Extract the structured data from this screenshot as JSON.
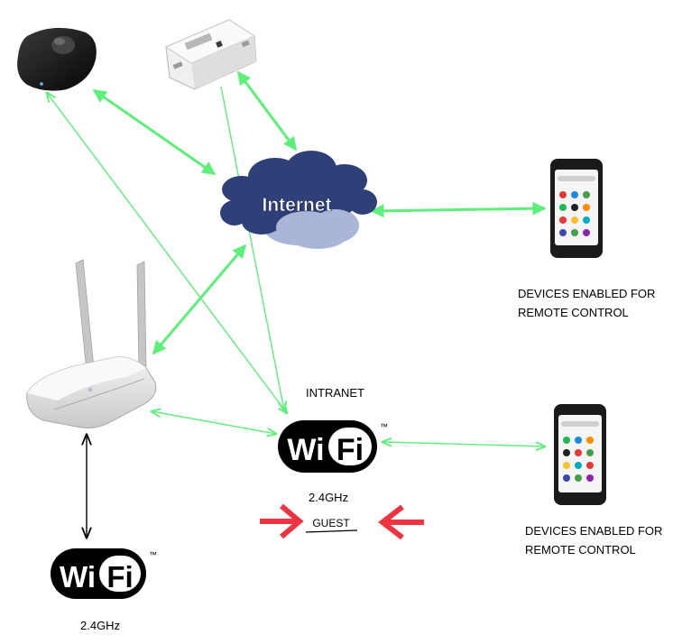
{
  "cloud": {
    "label": "Internet"
  },
  "intranet_label": "INTRANET",
  "devices_top": {
    "line1": "DEVICES ENABLED FOR",
    "line2": "REMOTE CONTROL"
  },
  "devices_bottom": {
    "line1": "DEVICES ENABLED FOR",
    "line2": "REMOTE CONTROL"
  },
  "wifi_center": {
    "word_left": "Wi",
    "word_right": "Fi",
    "tm": "™",
    "freq": "2.4GHz",
    "guest": "GUEST"
  },
  "wifi_bottom": {
    "word_left": "Wi",
    "word_right": "Fi",
    "tm": "™",
    "freq": "2.4GHz"
  },
  "colors": {
    "link": "#5cf07a",
    "wired": "#000000",
    "guest_arrow": "#ef3340",
    "cloud_dark": "#2f3f78",
    "cloud_light": "#aab6d8",
    "phone_body": "#1a1a1a"
  },
  "icons": [
    "smart-ir-hub-icon",
    "smart-switch-icon",
    "internet-cloud-icon",
    "wifi-router-icon",
    "smartphone-icon",
    "wifi-logo-icon"
  ]
}
